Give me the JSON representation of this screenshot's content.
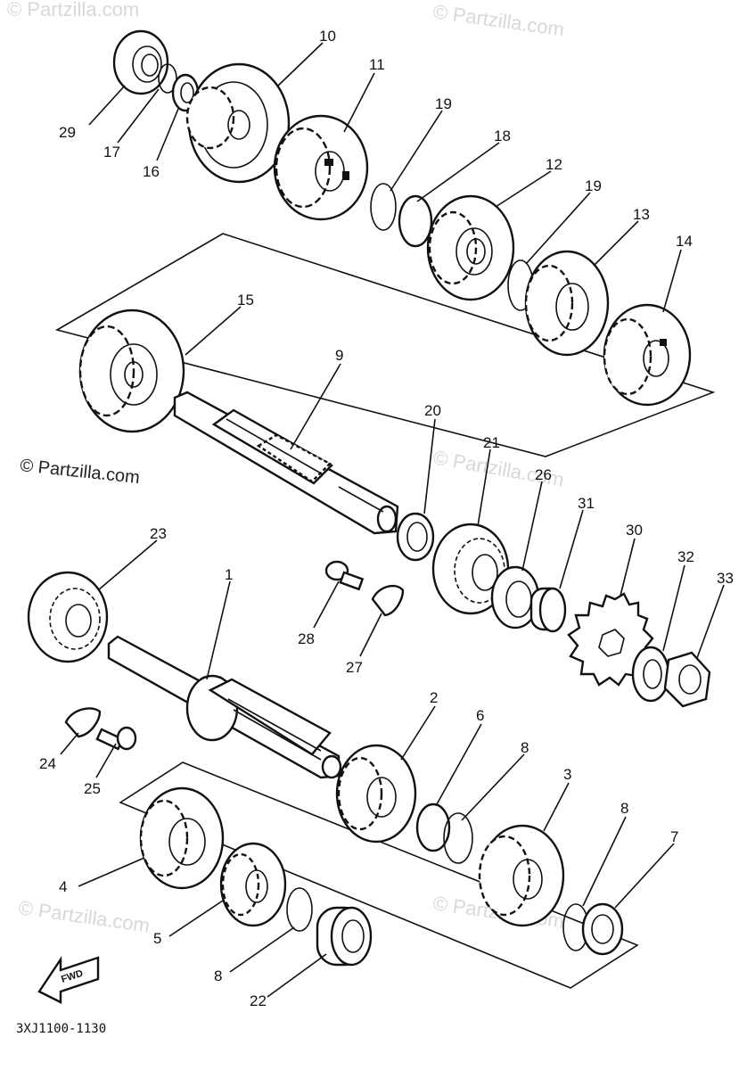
{
  "diagram": {
    "drawing_code": "3XJ1100-1130",
    "fwd_label": "FWD",
    "watermarks": [
      "© Partzilla.com",
      "© Partzilla.com",
      "© Partzilla.com",
      "© Partzilla.com",
      "© Partzilla.com",
      "© Partzilla.com"
    ],
    "watermark_dark": "© Partzilla.com",
    "callouts": {
      "p10": "10",
      "p11": "11",
      "p19a": "19",
      "p18": "18",
      "p12": "12",
      "p19b": "19",
      "p13": "13",
      "p14": "14",
      "p29": "29",
      "p17": "17",
      "p16": "16",
      "p15": "15",
      "p9": "9",
      "p20": "20",
      "p21": "21",
      "p26": "26",
      "p31": "31",
      "p30": "30",
      "p32": "32",
      "p33": "33",
      "p23": "23",
      "p1": "1",
      "p28": "28",
      "p27": "27",
      "p24": "24",
      "p25": "25",
      "p2": "2",
      "p6": "6",
      "p8a": "8",
      "p3": "3",
      "p8b": "8",
      "p7": "7",
      "p4": "4",
      "p5": "5",
      "p8c": "8",
      "p22": "22"
    }
  }
}
